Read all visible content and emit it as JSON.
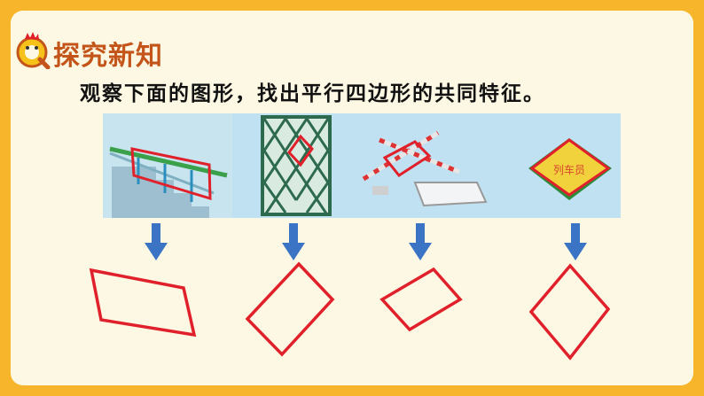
{
  "header": {
    "title": "探究新知",
    "logo_icon": "chick-q-icon"
  },
  "instruction": "观察下面的图形，找出平行四边形的共同特征。",
  "photos": [
    {
      "subject": "stair-railing",
      "icon": "railing-photo"
    },
    {
      "subject": "lattice-gate",
      "icon": "lattice-gate-photo"
    },
    {
      "subject": "crossing-barrier",
      "icon": "barrier-photo"
    },
    {
      "subject": "conductor-badge",
      "icon": "badge-photo",
      "text": "列车员"
    }
  ],
  "colors": {
    "accent": "#c4551a",
    "outline": "#e0202a",
    "arrow": "#3b73c5",
    "frame": "#f7b52c",
    "panel": "#fdf8e3"
  }
}
